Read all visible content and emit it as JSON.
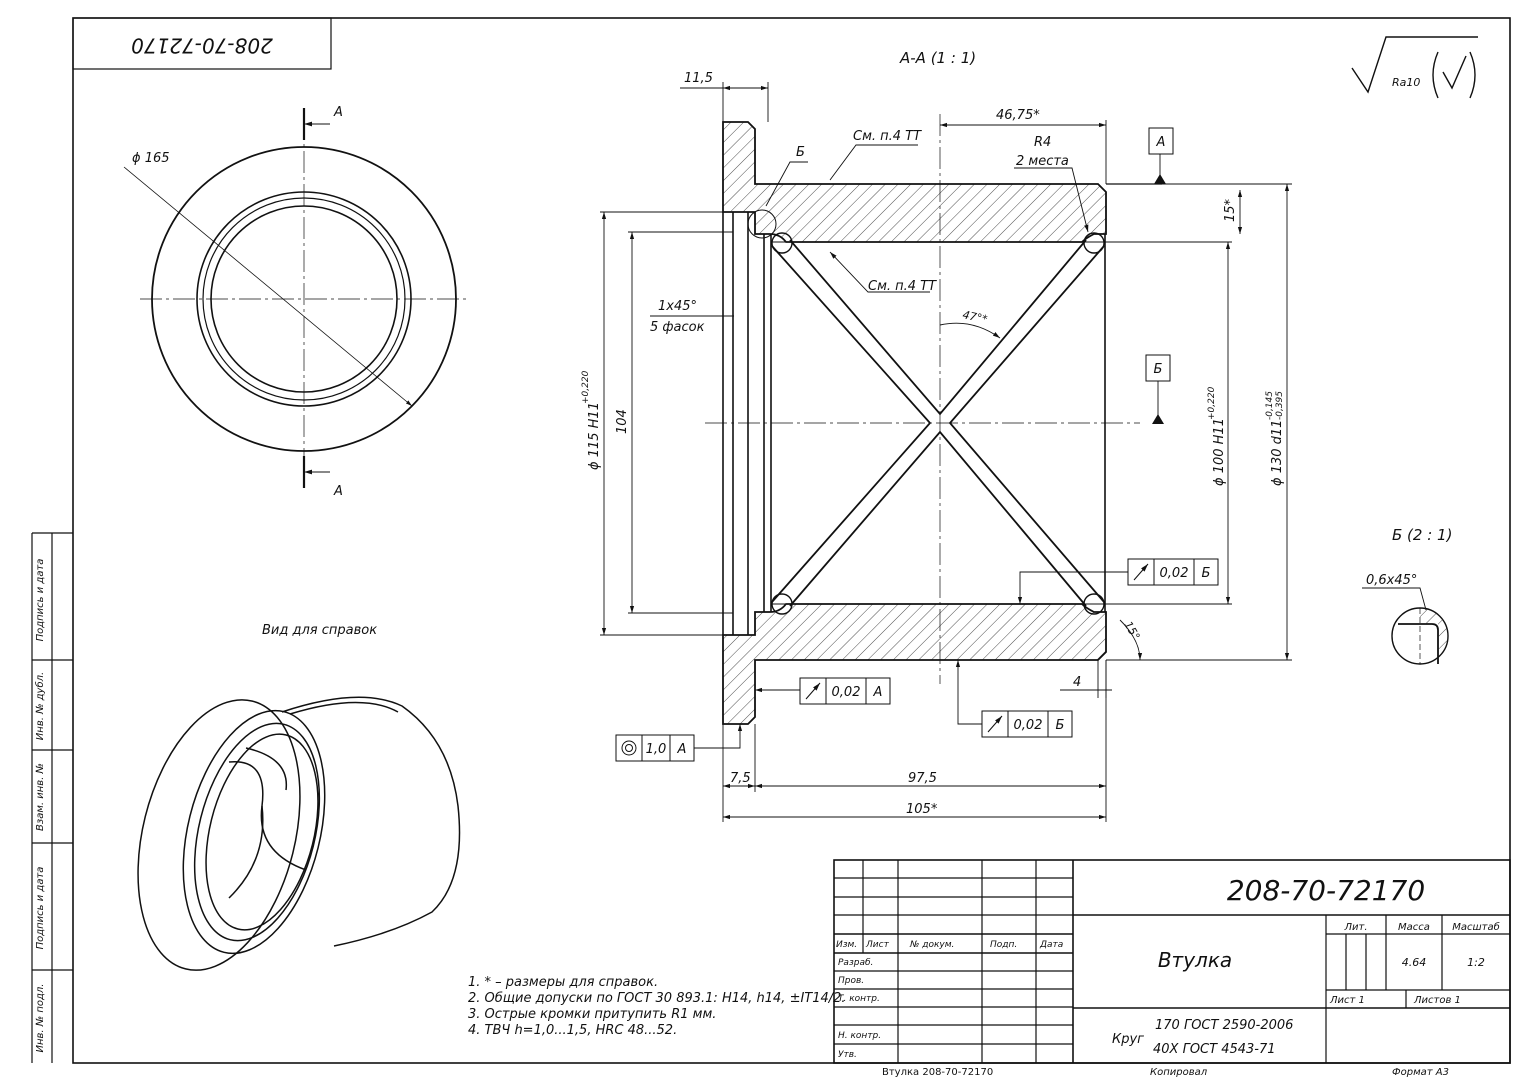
{
  "drawing": {
    "number": "208-70-72170",
    "number_mirrored": "208-70-72170",
    "part_name": "Втулка",
    "material_line1": "170 ГОСТ 2590-2006",
    "material_prefix": "Круг",
    "material_line2": "40Х ГОСТ 4543-71",
    "mass": "4.64",
    "scale": "1:2",
    "sheet": "Лист 1",
    "sheets": "Листов 1",
    "format": "Формат А3",
    "copied": "Копировал",
    "footer_name": "Втулка 208-70-72170"
  },
  "title_block": {
    "headers": [
      "Изм.",
      "Лист",
      "№ докум.",
      "Подп.",
      "Дата"
    ],
    "roles": [
      "Разраб.",
      "Пров.",
      "Т. контр.",
      "",
      "Н. контр.",
      "Утв."
    ],
    "lit": "Лит.",
    "mass_label": "Масса",
    "scale_label": "Масштаб"
  },
  "side_stamp": [
    "Подпись и дата",
    "Инв. № дубл.",
    "Взам. инв. №",
    "Подпись и дата",
    "Инв. № подл."
  ],
  "views": {
    "section_title": "А-А (1 : 1)",
    "detail_title": "Б (2 : 1)",
    "iso_caption": "Вид для справок",
    "roughness": "Ra10"
  },
  "dimensions": {
    "flange_thk": "11,5",
    "len_ref_inner": "46,75*",
    "r4": "R4",
    "r4_note": "2 места",
    "see_tt_1": "См. п.4 ТТ",
    "see_tt_2": "См. п.4 ТТ",
    "angle_47": "47°*",
    "angle_15": "15°",
    "groove_15": "15*",
    "chamfer": "1x45°",
    "chamfer_note": "5 фасок",
    "d115": "ϕ 115 H11",
    "d115_tol": "+0,220",
    "d104": "104",
    "d100": "ϕ 100 H11",
    "d100_tol": "+0,220",
    "d130": "ϕ 130 d11",
    "d130_tol_up": "-0,145",
    "d130_tol_lo": "-0,395",
    "d165": "ϕ 165",
    "dim_4": "4",
    "dim_75": "7,5",
    "dim_975": "97,5",
    "dim_105": "105*",
    "detail_chamfer": "0,6x45°"
  },
  "tolerances": {
    "runout_b_top": {
      "value": "0,02",
      "base": "Б"
    },
    "runout_a": {
      "value": "0,02",
      "base": "А"
    },
    "runout_b_bottom": {
      "value": "0,02",
      "base": "Б"
    },
    "concentricity": {
      "value": "1,0",
      "base": "А"
    }
  },
  "datums": {
    "a": "А",
    "b": "Б",
    "cut_a": "А",
    "leader_b": "Б"
  },
  "notes": [
    "1.  * – размеры для справок.",
    "2. Общие допуски по ГОСТ 30 893.1: H14, h14, ±IT14/2.",
    "3. Острые кромки притупить R1 мм.",
    "4. ТВЧ h=1,0...1,5, HRC 48...52."
  ]
}
